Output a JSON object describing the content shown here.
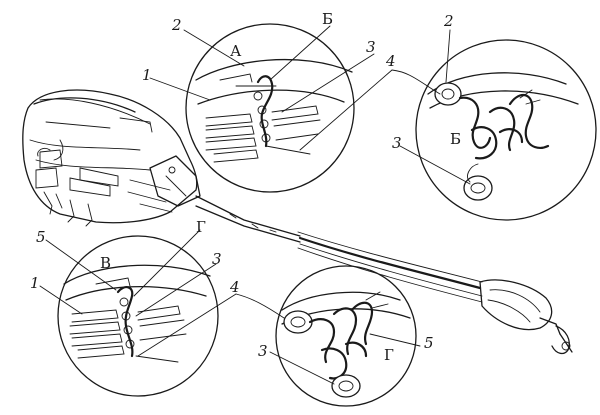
{
  "labels": {
    "num_1": "1",
    "num_2": "2",
    "num_3": "3",
    "num_4": "4",
    "num_5": "5",
    "letter_a": "А",
    "letter_b": "Б",
    "letter_v": "В",
    "letter_g": "Г"
  },
  "colors": {
    "ink": "#1a1a1a",
    "paper": "#ffffff"
  }
}
